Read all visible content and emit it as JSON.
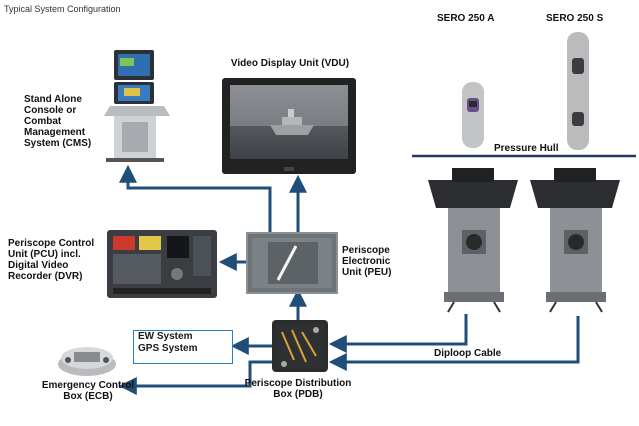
{
  "header": {
    "title": "Typical System Configuration"
  },
  "labels": {
    "cms": [
      "Stand Alone",
      "Console or",
      "Combat",
      "Management",
      "System (CMS)"
    ],
    "vdu": "Video Display Unit  (VDU)",
    "pcu": [
      "Periscope Control",
      "Unit (PCU) incl.",
      "Digital Video",
      "Recorder (DVR)"
    ],
    "peu": [
      "Periscope",
      "Electronic",
      "Unit (PEU)"
    ],
    "ew": [
      "EW System",
      "GPS System"
    ],
    "ecb": [
      "Emergency Control",
      "Box (ECB)"
    ],
    "pdb": [
      "Periscope Distribution",
      "Box (PDB)"
    ],
    "sero_a": "SERO 250 A",
    "sero_s": "SERO 250 S",
    "pressure_hull": "Pressure Hull",
    "diploop": "Diploop Cable"
  },
  "colors": {
    "arrow": "#1f4e79",
    "hull_line": "#1f3a66",
    "ew_border": "#2b7fbf"
  }
}
